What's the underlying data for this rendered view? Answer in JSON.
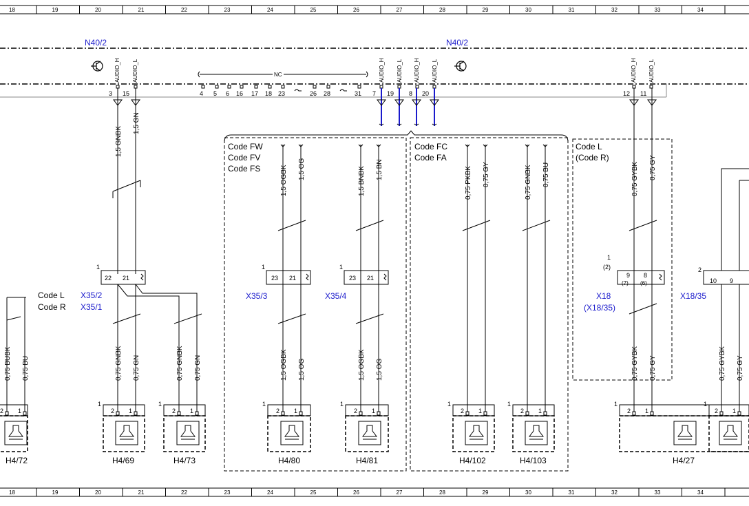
{
  "ruler": {
    "columns": [
      "18",
      "19",
      "20",
      "21",
      "22",
      "23",
      "24",
      "25",
      "26",
      "27",
      "28",
      "29",
      "30",
      "31",
      "32",
      "33",
      "34"
    ]
  },
  "modules": {
    "left": "N40/2",
    "right": "N40/2"
  },
  "pins": {
    "audio_h": "AUDIO_H",
    "audio_l": "AUDIO_L",
    "nc": "NC",
    "row": [
      "3",
      "15",
      "4",
      "5",
      "6",
      "16",
      "17",
      "18",
      "23",
      "26",
      "28",
      "31",
      "7",
      "19",
      "8",
      "20",
      "12",
      "11"
    ]
  },
  "codes": {
    "box1": [
      "Code FW",
      "Code FV",
      "Code FS"
    ],
    "box2": [
      "Code FC",
      "Code FA"
    ],
    "box3": [
      "Code L",
      "(Code R)"
    ],
    "left": [
      "Code L",
      "Code R"
    ]
  },
  "connectors": {
    "x35_2": "X35/2",
    "x35_1": "X35/1",
    "x35_3": "X35/3",
    "x35_4": "X35/4",
    "x18": "X18",
    "x18_35_paren": "(X18/35)",
    "x18_35": "X18/35"
  },
  "wires": {
    "gnbk_15": "1,5 GNBK",
    "gn_15": "1,5 GN",
    "ogbk_15": "1,5 OGBK",
    "og_15": "1,5 OG",
    "bnbk_15": "1,5 BNBK",
    "bn_15": "1,5 BN",
    "pkbk_075": "0,75 PKBK",
    "gy_075": "0,75 GY",
    "gnbk_075": "0,75 GNBK",
    "bu_075": "0,75 BU",
    "gybk_075": "0,75 GYBK",
    "gn_075": "0,75 GN",
    "bubk_075": "0,75 BUBK"
  },
  "speakers": {
    "h4_72": "H4/72",
    "h4_69": "H4/69",
    "h4_73": "H4/73",
    "h4_80": "H4/80",
    "h4_81": "H4/81",
    "h4_102": "H4/102",
    "h4_103": "H4/103",
    "h4_27": "H4/27"
  },
  "misc": {
    "one": "1",
    "two": "2",
    "paren2": "(2)",
    "p7": "(7)",
    "p6": "(6)",
    "n22": "22",
    "n21": "21",
    "n23": "23",
    "n9": "9",
    "n8": "8",
    "n10": "10"
  },
  "colors": {
    "line": "#000000",
    "blue": "#1a1acc",
    "gray": "#888888"
  }
}
